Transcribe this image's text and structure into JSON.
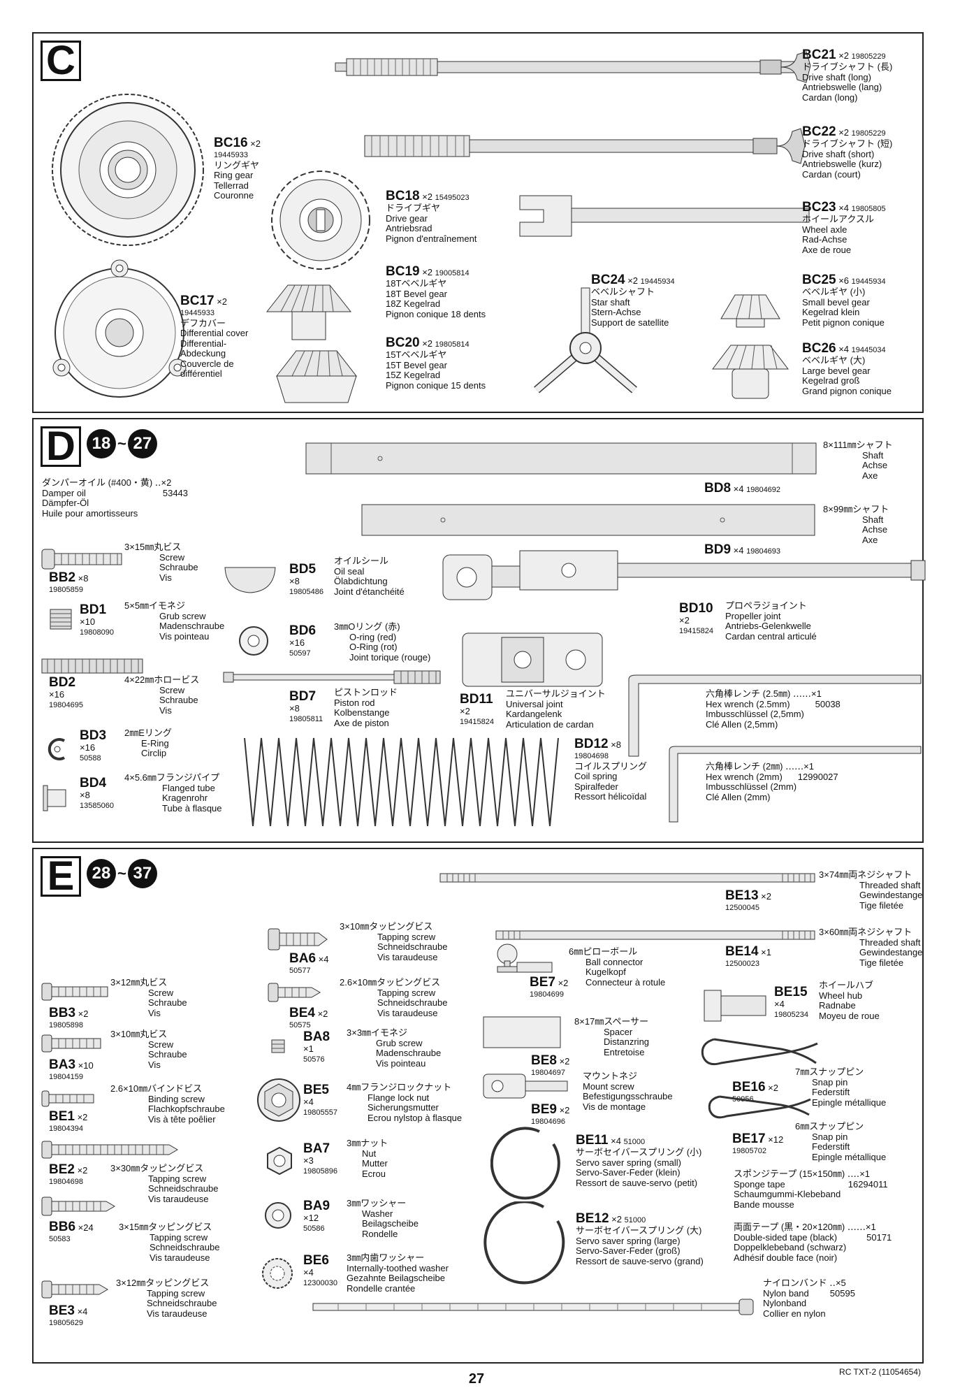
{
  "page_number": "27",
  "doc_code": "RC TXT-2 (11054654)",
  "C": {
    "letter": "C",
    "BC21": {
      "id": "BC21",
      "qty": "×2",
      "num": "19805229",
      "l1": "ドライブシャフト (長)",
      "l2": "Drive shaft (long)",
      "l3": "Antriebswelle (lang)",
      "l4": "Cardan (long)"
    },
    "BC22": {
      "id": "BC22",
      "qty": "×2",
      "num": "19805229",
      "l1": "ドライブシャフト (短)",
      "l2": "Drive shaft (short)",
      "l3": "Antriebswelle (kurz)",
      "l4": "Cardan (court)"
    },
    "BC16": {
      "id": "BC16",
      "qty": "×2",
      "num": "19445933",
      "l1": "リングギヤ",
      "l2": "Ring gear",
      "l3": "Tellerrad",
      "l4": "Couronne"
    },
    "BC18": {
      "id": "BC18",
      "qty": "×2",
      "num": "15495023",
      "l1": "ドライブギヤ",
      "l2": "Drive gear",
      "l3": "Antriebsrad",
      "l4": "Pignon d'entraînement"
    },
    "BC23": {
      "id": "BC23",
      "qty": "×4",
      "num": "19805805",
      "l1": "ホイールアクスル",
      "l2": "Wheel axle",
      "l3": "Rad-Achse",
      "l4": "Axe de roue"
    },
    "BC19": {
      "id": "BC19",
      "qty": "×2",
      "num": "19005814",
      "l1": "18Tベベルギヤ",
      "l2": "18T Bevel gear",
      "l3": "18Z Kegelrad",
      "l4": "Pignon conique 18 dents"
    },
    "BC24": {
      "id": "BC24",
      "qty": "×2",
      "num": "19445934",
      "l1": "ベベルシャフト",
      "l2": "Star shaft",
      "l3": "Stern-Achse",
      "l4": "Support de satellite"
    },
    "BC25": {
      "id": "BC25",
      "qty": "×6",
      "num": "19445934",
      "l1": "ベベルギヤ (小)",
      "l2": "Small bevel gear",
      "l3": "Kegelrad klein",
      "l4": "Petit pignon conique"
    },
    "BC17": {
      "id": "BC17",
      "qty": "×2",
      "num": "19445933",
      "l1": "デフカバー",
      "l2": "Differential cover",
      "l3": "Differential-",
      "l4": "Abdeckung",
      "l5": "Couvercle de",
      "l6": "différentiel"
    },
    "BC20": {
      "id": "BC20",
      "qty": "×2",
      "num": "19805814",
      "l1": "15Tベベルギヤ",
      "l2": "15T Bevel gear",
      "l3": "15Z Kegelrad",
      "l4": "Pignon conique 15 dents"
    },
    "BC26": {
      "id": "BC26",
      "qty": "×4",
      "num": "19445034",
      "l1": "ベベルギヤ (大)",
      "l2": "Large bevel gear",
      "l3": "Kegelrad groß",
      "l4": "Grand pignon conique"
    }
  },
  "D": {
    "letter": "D",
    "from": "18",
    "sep": "~",
    "to": "27",
    "oil": {
      "l1": "ダンパーオイル (#400・黄) ‥×2",
      "l2": "Damper oil",
      "num": "53443",
      "l3": "Dämpfer-Öl",
      "l4": "Huile pour amortisseurs"
    },
    "BD8": {
      "id": "BD8",
      "qty": "×4",
      "num": "19804692",
      "l1": "8×111㎜シャフト",
      "l2": "Shaft",
      "l3": "Achse",
      "l4": "Axe"
    },
    "BD9": {
      "id": "BD9",
      "qty": "×4",
      "num": "19804693",
      "l1": "8×99㎜シャフト",
      "l2": "Shaft",
      "l3": "Achse",
      "l4": "Axe"
    },
    "BB2": {
      "id": "BB2",
      "qty": "×8",
      "num": "19805859",
      "l1": "3×15㎜丸ビス",
      "l2": "Screw",
      "l3": "Schraube",
      "l4": "Vis"
    },
    "BD5": {
      "id": "BD5",
      "qty": "×8",
      "num": "19805486",
      "l1": "オイルシール",
      "l2": "Oil seal",
      "l3": "Ölabdichtung",
      "l4": "Joint d'étanchéité"
    },
    "BD1": {
      "id": "BD1",
      "qty": "×10",
      "num": "19808090",
      "l1": "5×5㎜イモネジ",
      "l2": "Grub screw",
      "l3": "Madenschraube",
      "l4": "Vis pointeau"
    },
    "BD10": {
      "id": "BD10",
      "qty": "×2",
      "num": "19415824",
      "l1": "プロペラジョイント",
      "l2": "Propeller joint",
      "l3": "Antriebs-Gelenkwelle",
      "l4": "Cardan central articulé"
    },
    "BD6": {
      "id": "BD6",
      "qty": "×16",
      "num": "50597",
      "l1": "3㎜Oリング (赤)",
      "l2": "O-ring (red)",
      "l3": "O-Ring (rot)",
      "l4": "Joint torique (rouge)"
    },
    "BD2": {
      "id": "BD2",
      "qty": "×16",
      "num": "19804695",
      "l1": "4×22㎜ホロービス",
      "l2": "Screw",
      "l3": "Schraube",
      "l4": "Vis"
    },
    "BD7": {
      "id": "BD7",
      "qty": "×8",
      "num": "19805811",
      "l1": "ピストンロッド",
      "l2": "Piston rod",
      "l3": "Kolbenstange",
      "l4": "Axe de piston"
    },
    "BD11": {
      "id": "BD11",
      "qty": "×2",
      "num": "19415824",
      "l1": "ユニバーサルジョイント",
      "l2": "Universal joint",
      "l3": "Kardangelenk",
      "l4": "Articulation de cardan"
    },
    "wrench25": {
      "l1": "六角棒レンチ (2.5㎜) ‥‥‥×1",
      "l2": "Hex wrench (2.5mm)",
      "num": "50038",
      "l3": "Imbusschlüssel (2,5mm)",
      "l4": "Clé Allen (2,5mm)"
    },
    "BD3": {
      "id": "BD3",
      "qty": "×16",
      "num": "50588",
      "l1": "2㎜Eリング",
      "l2": "E-Ring",
      "l3": "Circlip"
    },
    "BD12": {
      "id": "BD12",
      "qty": "×8",
      "num": "19804698",
      "l1": "コイルスプリング",
      "l2": "Coil spring",
      "l3": "Spiralfeder",
      "l4": "Ressort hélicoïdal"
    },
    "wrench2": {
      "l1": "六角棒レンチ (2㎜) ‥‥‥×1",
      "l2": "Hex wrench (2mm)",
      "num": "12990027",
      "l3": "Imbusschlüssel (2mm)",
      "l4": "Clé Allen (2mm)"
    },
    "BD4": {
      "id": "BD4",
      "qty": "×8",
      "num": "13585060",
      "l1": "4×5.6㎜フランジパイプ",
      "l2": "Flanged tube",
      "l3": "Kragenrohr",
      "l4": "Tube à flasque"
    }
  },
  "E": {
    "letter": "E",
    "from": "28",
    "sep": "~",
    "to": "37",
    "BE13": {
      "id": "BE13",
      "qty": "×2",
      "num": "12500045",
      "l1": "3×74㎜両ネジシャフト",
      "l2": "Threaded shaft",
      "l3": "Gewindestange",
      "l4": "Tige filetée"
    },
    "BA6": {
      "id": "BA6",
      "qty": "×4",
      "num": "50577",
      "l1": "3×10㎜タッピングビス",
      "l2": "Tapping screw",
      "l3": "Schneidschraube",
      "l4": "Vis taraudeuse"
    },
    "BE14": {
      "id": "BE14",
      "qty": "×1",
      "num": "12500023",
      "l1": "3×60㎜両ネジシャフト",
      "l2": "Threaded shaft",
      "l3": "Gewindestange",
      "l4": "Tige filetée"
    },
    "BB3": {
      "id": "BB3",
      "qty": "×2",
      "num": "19805898",
      "l1": "3×12㎜丸ビス",
      "l2": "Screw",
      "l3": "Schraube",
      "l4": "Vis"
    },
    "BE4": {
      "id": "BE4",
      "qty": "×2",
      "num": "50575",
      "l1": "2.6×10㎜タッピングビス",
      "l2": "Tapping screw",
      "l3": "Schneidschraube",
      "l4": "Vis taraudeuse"
    },
    "BE7": {
      "id": "BE7",
      "qty": "×2",
      "num": "19804699",
      "l1": "6㎜ピローボール",
      "l2": "Ball connector",
      "l3": "Kugelkopf",
      "l4": "Connecteur à rotule"
    },
    "BE15": {
      "id": "BE15",
      "qty": "×4",
      "num": "19805234",
      "l1": "ホイールハブ",
      "l2": "Wheel hub",
      "l3": "Radnabe",
      "l4": "Moyeu de roue"
    },
    "BA3": {
      "id": "BA3",
      "qty": "×10",
      "num": "19804159",
      "l1": "3×10㎜丸ビス",
      "l2": "Screw",
      "l3": "Schraube",
      "l4": "Vis"
    },
    "BA8": {
      "id": "BA8",
      "qty": "×1",
      "num": "50576",
      "l1": "3×3㎜イモネジ",
      "l2": "Grub screw",
      "l3": "Madenschraube",
      "l4": "Vis pointeau"
    },
    "BE8": {
      "id": "BE8",
      "qty": "×2",
      "num": "19804697",
      "l1": "8×17㎜スペーサー",
      "l2": "Spacer",
      "l3": "Distanzring",
      "l4": "Entretoise"
    },
    "BE16": {
      "id": "BE16",
      "qty": "×2",
      "num": "50956",
      "l1": "7㎜スナップピン",
      "l2": "Snap pin",
      "l3": "Federstift",
      "l4": "Epingle métallique"
    },
    "BE1": {
      "id": "BE1",
      "qty": "×2",
      "num": "19804394",
      "l1": "2.6×10㎜バインドビス",
      "l2": "Binding screw",
      "l3": "Flachkopfschraube",
      "l4": "Vis à tête poêlier"
    },
    "BE5": {
      "id": "BE5",
      "qty": "×4",
      "num": "19805557",
      "l1": "4㎜フランジロックナット",
      "l2": "Flange lock nut",
      "l3": "Sicherungsmutter",
      "l4": "Ecrou nylstop à flasque"
    },
    "BE9": {
      "id": "BE9",
      "qty": "×2",
      "num": "19804696",
      "l1": "マウントネジ",
      "l2": "Mount screw",
      "l3": "Befestigungsschraube",
      "l4": "Vis de montage"
    },
    "BE17": {
      "id": "BE17",
      "qty": "×12",
      "num": "19805702",
      "l1": "6㎜スナップピン",
      "l2": "Snap pin",
      "l3": "Federstift",
      "l4": "Epingle métallique"
    },
    "BE2": {
      "id": "BE2",
      "qty": "×2",
      "num": "19804698",
      "l1": "3×30㎜タッピングビス",
      "l2": "Tapping screw",
      "l3": "Schneidschraube",
      "l4": "Vis taraudeuse"
    },
    "BA7": {
      "id": "BA7",
      "qty": "×3",
      "num": "19805896",
      "l1": "3㎜ナット",
      "l2": "Nut",
      "l3": "Mutter",
      "l4": "Ecrou"
    },
    "BE11": {
      "id": "BE11",
      "qty": "×4",
      "num": "51000",
      "l1": "サーボセイバースプリング (小)",
      "l2": "Servo saver spring (small)",
      "l3": "Servo-Saver-Feder (klein)",
      "l4": "Ressort de sauve-servo (petit)"
    },
    "sponge": {
      "l1": "スポンジテープ (15×150㎜) ‥‥×1",
      "l2": "Sponge tape",
      "num": "16294011",
      "l3": "Schaumgummi-Klebeband",
      "l4": "Bande mousse"
    },
    "BB6": {
      "id": "BB6",
      "qty": "×24",
      "num": "50583",
      "l1": "3×15㎜タッピングビス",
      "l2": "Tapping screw",
      "l3": "Schneidschraube",
      "l4": "Vis taraudeuse"
    },
    "BA9": {
      "id": "BA9",
      "qty": "×12",
      "num": "50586",
      "l1": "3㎜ワッシャー",
      "l2": "Washer",
      "l3": "Beilagscheibe",
      "l4": "Rondelle"
    },
    "BE12": {
      "id": "BE12",
      "qty": "×2",
      "num": "51000",
      "l1": "サーボセイバースプリング (大)",
      "l2": "Servo saver spring (large)",
      "l3": "Servo-Saver-Feder (groß)",
      "l4": "Ressort de sauve-servo (grand)"
    },
    "dtape": {
      "l1": "両面テープ (黒・20×120㎜) ‥‥‥×1",
      "l2": "Double-sided tape (black)",
      "num": "50171",
      "l3": "Doppelklebeband (schwarz)",
      "l4": "Adhésif double face (noir)"
    },
    "BE6": {
      "id": "BE6",
      "qty": "×4",
      "num": "12300030",
      "l1": "3㎜内歯ワッシャー",
      "l2": "Internally-toothed washer",
      "l3": "Gezahnte Beilagscheibe",
      "l4": "Rondelle crantée"
    },
    "BE3": {
      "id": "BE3",
      "qty": "×4",
      "num": "19805629",
      "l1": "3×12㎜タッピングビス",
      "l2": "Tapping screw",
      "l3": "Schneidschraube",
      "l4": "Vis taraudeuse"
    },
    "nylon": {
      "l1": "ナイロンバンド ‥×5",
      "l2": "Nylon band",
      "num": "50595",
      "l3": "Nylonband",
      "l4": "Collier en nylon"
    }
  }
}
